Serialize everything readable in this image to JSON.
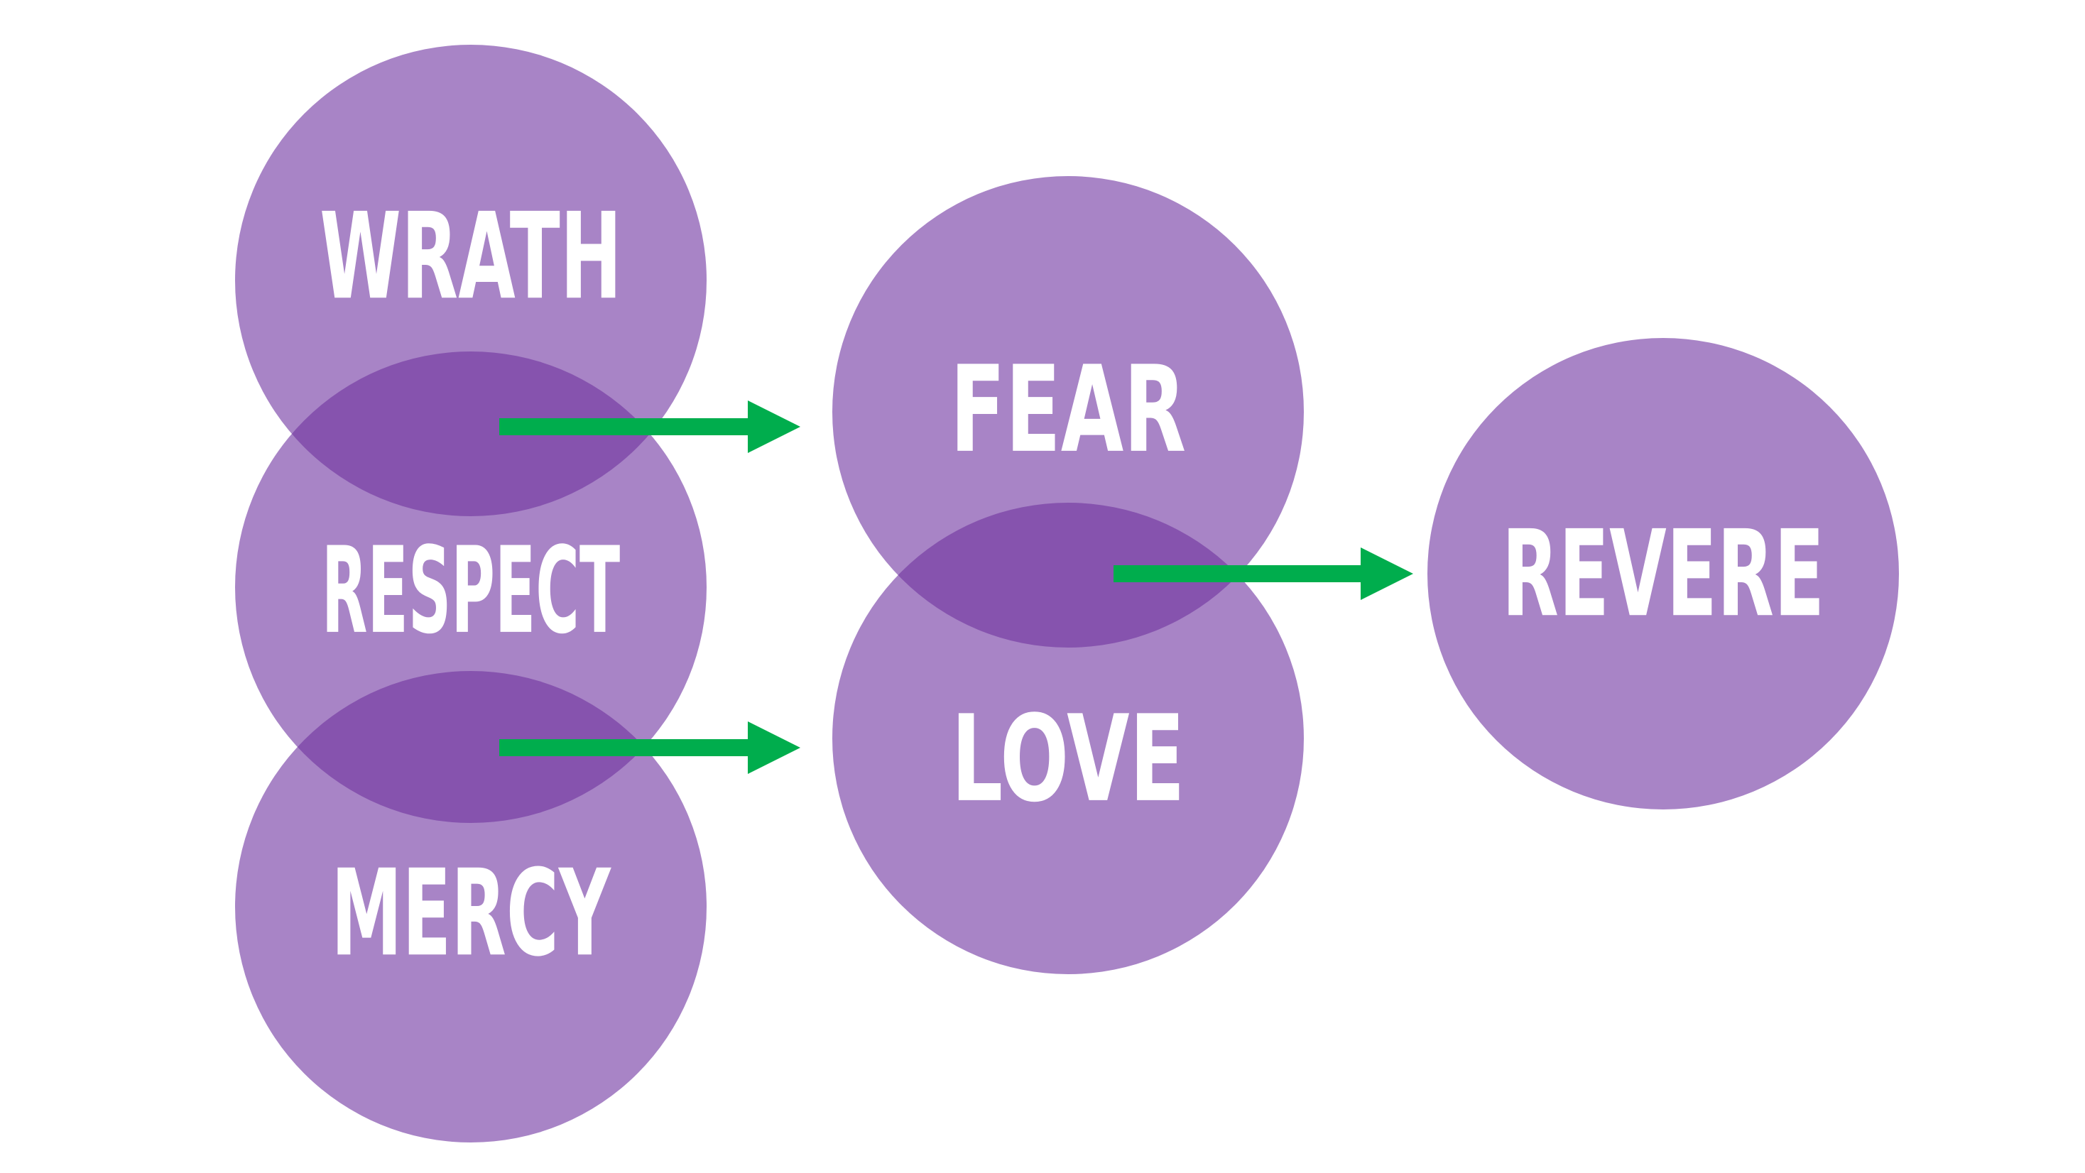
{
  "colors": {
    "circle": "#a884c6",
    "overlap": "#8653ae",
    "arrow": "#00ad4d",
    "text": "#ffffff"
  },
  "labels": {
    "wrath": "WRATH",
    "respect": "RESPECT",
    "mercy": "MERCY",
    "fear": "FEAR",
    "love": "LOVE",
    "revere": "REVERE"
  }
}
